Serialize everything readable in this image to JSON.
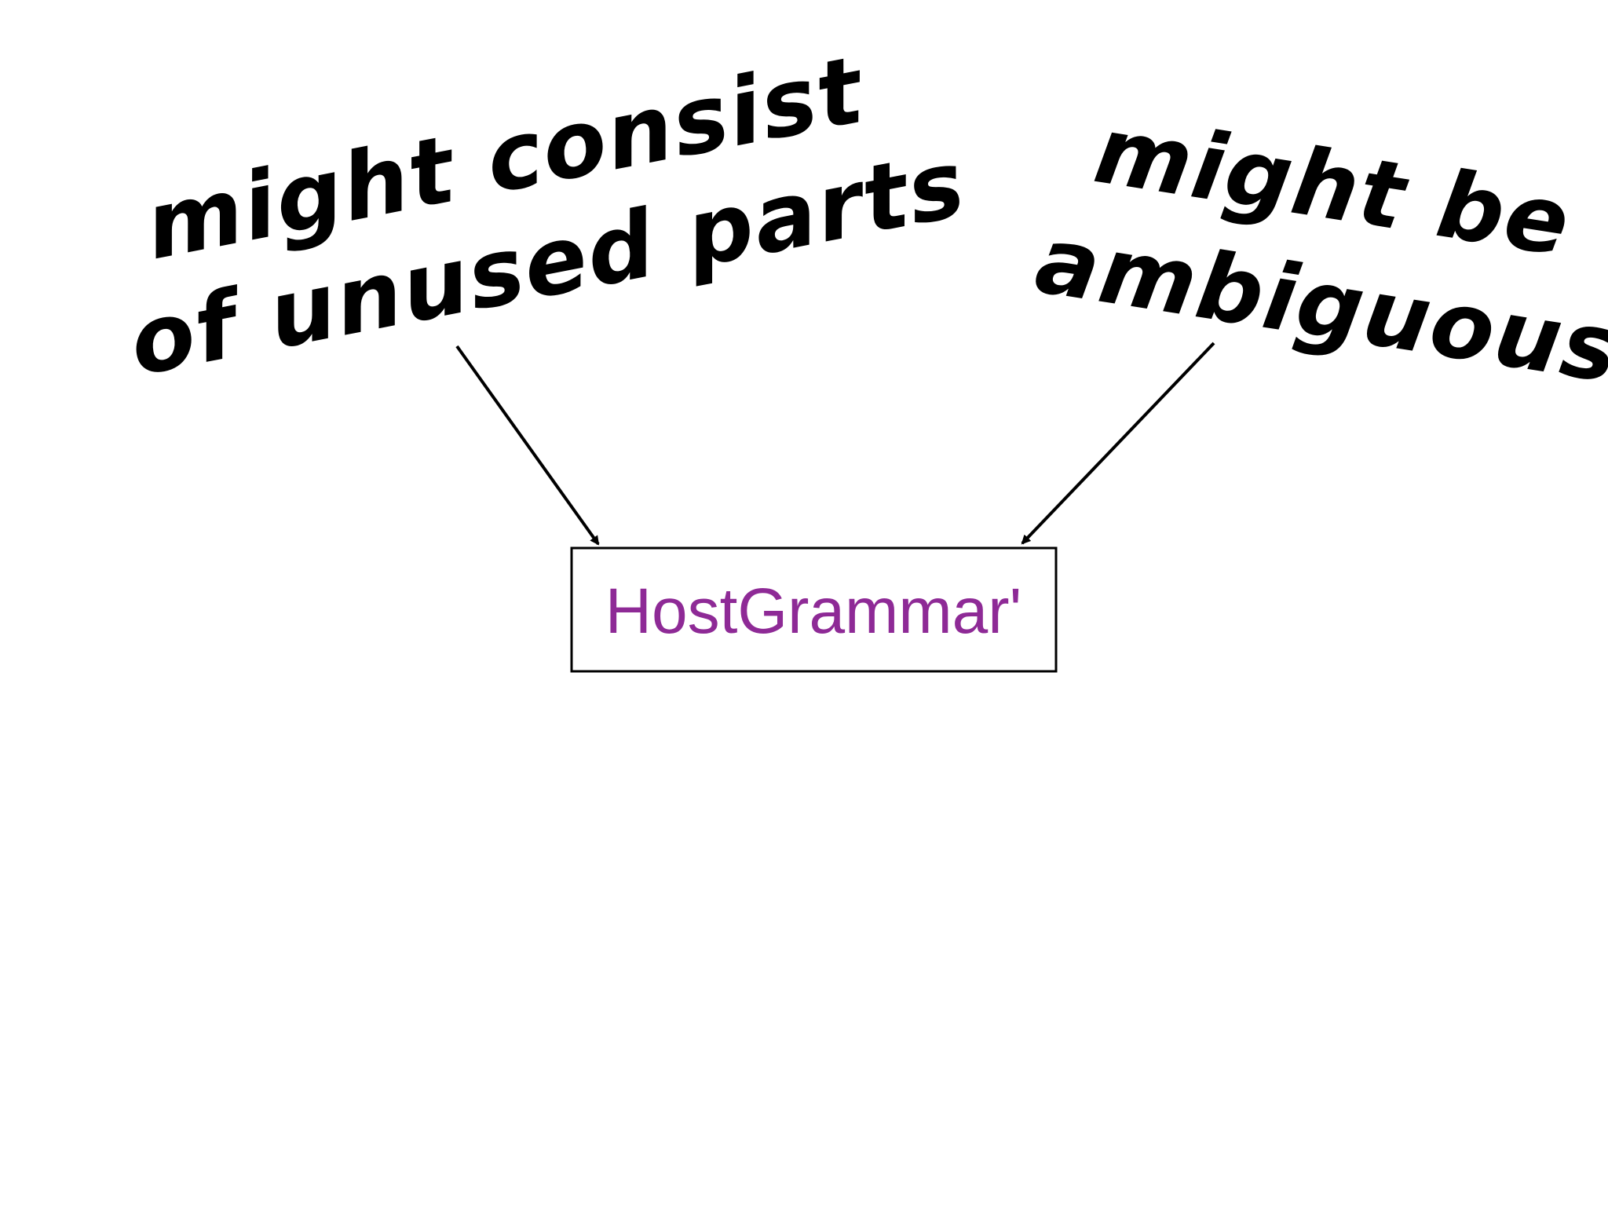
{
  "annotation_left": {
    "line1": "might consist",
    "line2": "of unused parts"
  },
  "annotation_right": {
    "line1": "might be",
    "line2": "ambiguous"
  },
  "box": {
    "label": "HostGrammar'"
  },
  "colors": {
    "box_label": "#8e2a96",
    "annotation_text": "#000000",
    "box_border": "#000000",
    "arrow": "#000000",
    "background": "#ffffff"
  }
}
